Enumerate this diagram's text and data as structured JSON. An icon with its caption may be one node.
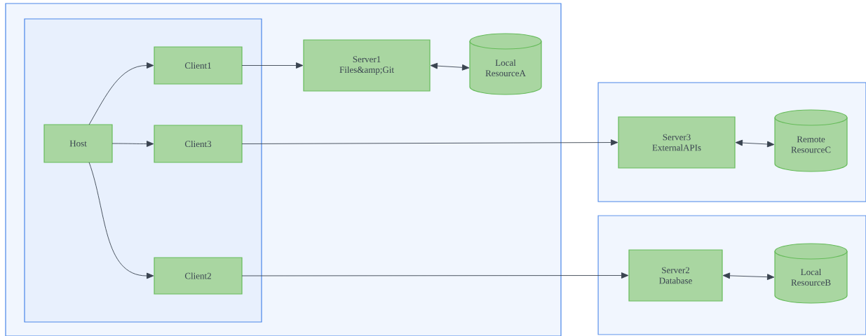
{
  "diagram": {
    "nodes": [
      {
        "text": [],
        "shape": "box"
      },
      {
        "text": [],
        "shape": "box",
        "in": 0
      },
      {
        "text": [
          "Host"
        ],
        "in": 1
      },
      {
        "text": [
          "Client1"
        ],
        "in": 1
      },
      {
        "text": [
          "Client3"
        ],
        "in": 1
      },
      {
        "text": [
          "Client2"
        ],
        "in": 1
      },
      {
        "text": [
          "Server1 Files&amp;Git"
        ],
        "in": 0
      },
      {
        "text": [
          "Local ResourceA"
        ],
        "in": 0
      },
      {
        "text": [],
        "shape": "box"
      },
      {
        "text": [
          "Server3 ExternalAPIs"
        ],
        "in": 8
      },
      {
        "text": [
          "Remote ResourceC"
        ],
        "in": 8
      },
      {
        "text": [],
        "shape": "box"
      },
      {
        "text": [
          "Server2 Database"
        ],
        "in": 11
      },
      {
        "text": [
          "Local ResourceB"
        ],
        "in": 11
      }
    ],
    "edges": [
      {
        "from": 2,
        "to": 3,
        "arrow": "to"
      },
      {
        "from": 2,
        "to": 4,
        "arrow": "to"
      },
      {
        "from": 2,
        "to": 5,
        "arrow": "to"
      },
      {
        "from": 3,
        "to": 6,
        "arrow": "to"
      },
      {
        "from": 6,
        "to": 7,
        "arrow": "both"
      },
      {
        "from": 4,
        "to": 9,
        "arrow": "to"
      },
      {
        "from": 9,
        "to": 10,
        "arrow": "both"
      },
      {
        "from": 5,
        "to": 12,
        "arrow": "to"
      },
      {
        "from": 12,
        "to": 13,
        "arrow": "both"
      }
    ]
  }
}
